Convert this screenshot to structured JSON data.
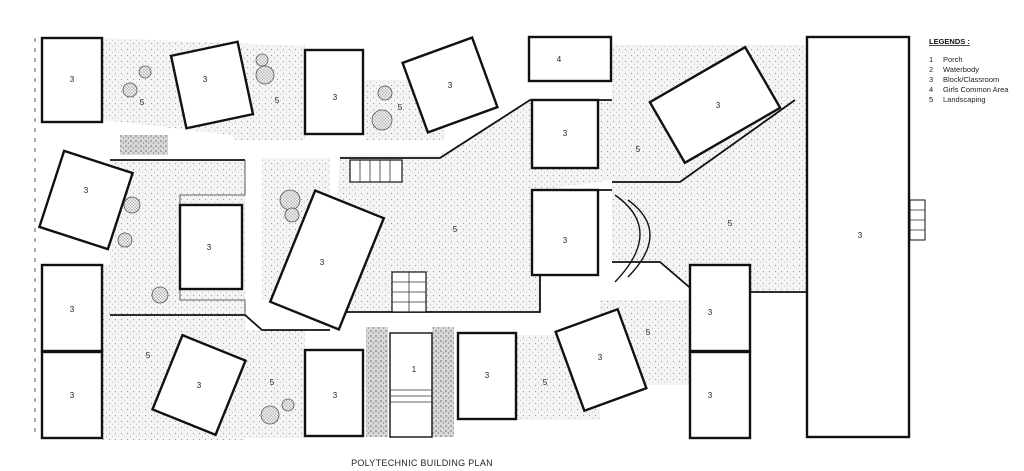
{
  "legend": {
    "title": "LEGENDS :",
    "items": [
      {
        "num": "1",
        "text": "Porch"
      },
      {
        "num": "2",
        "text": "Waterbody"
      },
      {
        "num": "3",
        "text": "Block/Classroom"
      },
      {
        "num": "4",
        "text": "Girls Common Area"
      },
      {
        "num": "5",
        "text": "Landscaping"
      }
    ]
  },
  "caption": "POLYTECHNIC BUILDING PLAN",
  "labels": {
    "block": "3",
    "porch": "1",
    "girls": "4",
    "land": "5"
  }
}
